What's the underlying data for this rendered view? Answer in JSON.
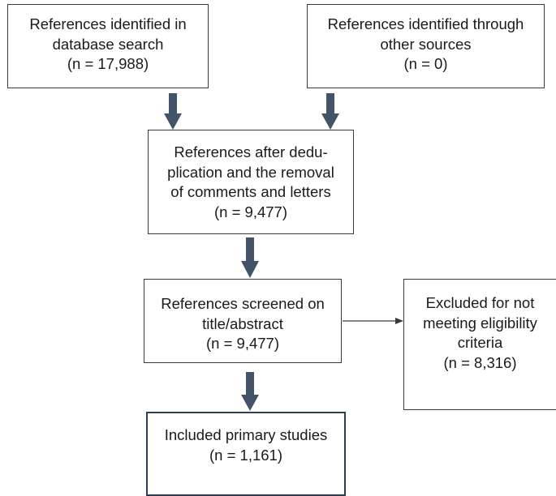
{
  "boxes": {
    "database_search": {
      "lines": [
        "References identified in",
        "database search",
        "(n = 17,988)"
      ]
    },
    "other_sources": {
      "lines": [
        "References identified through",
        "other sources",
        "(n = 0)"
      ]
    },
    "deduplication": {
      "lines": [
        "References after dedu-",
        "plication and the removal",
        "of comments and letters",
        "(n = 9,477)"
      ]
    },
    "screened": {
      "lines": [
        "References screened on",
        "title/abstract",
        "(n = 9,477)"
      ]
    },
    "excluded": {
      "lines": [
        "Excluded for not",
        "meeting eligibility",
        "criteria",
        "(n = 8,316)"
      ]
    },
    "included": {
      "lines": [
        "Included primary studies",
        "(n = 1,161)"
      ]
    }
  },
  "colors": {
    "box_border": "#3a3a3a",
    "arrow": "#445468",
    "included_border": "#2e3e57",
    "text": "#1a1a1a"
  }
}
